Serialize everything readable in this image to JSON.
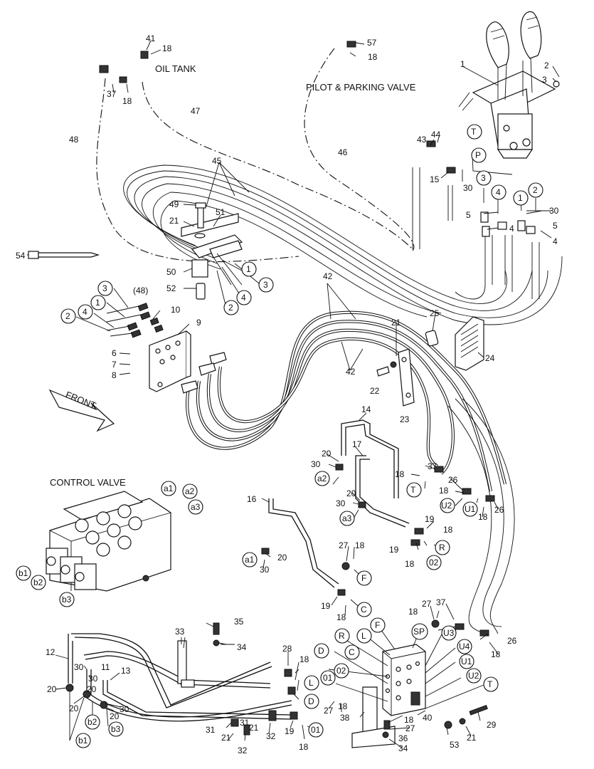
{
  "diagram": {
    "titles": {
      "oil_tank": "OIL TANK",
      "pilot_parking_valve": "PILOT & PARKING VALVE",
      "control_valve": "CONTROL VALVE",
      "front": "FRONT"
    },
    "part_numbers": {
      "n1": "1",
      "n2": "2",
      "n3": "3",
      "n4": "4",
      "n5": "5",
      "n6": "6",
      "n7": "7",
      "n8": "8",
      "n9": "9",
      "n10": "10",
      "n11": "11",
      "n12": "12",
      "n13": "13",
      "n14": "14",
      "n15": "15",
      "n16": "16",
      "n17": "17",
      "n18": "18",
      "n19": "19",
      "n20": "20",
      "n21": "21",
      "n22": "22",
      "n23": "23",
      "n24": "24",
      "n25": "25",
      "n26": "26",
      "n27": "27",
      "n28": "28",
      "n29": "29",
      "n30": "30",
      "n31": "31",
      "n32": "32",
      "n33": "33",
      "n34": "34",
      "n35": "35",
      "n36": "36",
      "n37": "37",
      "n38": "38",
      "n40": "40",
      "n41": "41",
      "n42": "42",
      "n43": "43",
      "n44": "44",
      "n45": "45",
      "n46": "46",
      "n47": "47",
      "n48": "48",
      "n49": "49",
      "n50": "50",
      "n51": "51",
      "n52": "52",
      "n53": "53",
      "n54": "54",
      "n57": "57",
      "n48p": "(48)"
    },
    "port_labels": {
      "T": "T",
      "P": "P",
      "R": "R",
      "F": "F",
      "C": "C",
      "D": "D",
      "L": "L",
      "SP": "SP",
      "U1": "U1",
      "U2": "U2",
      "U3": "U3",
      "U4": "U4",
      "a1": "a1",
      "a2": "a2",
      "a3": "a3",
      "b1": "b1",
      "b2": "b2",
      "b3": "b3",
      "o1": "01",
      "o2": "02",
      "c1": "1",
      "c2": "2",
      "c3": "3",
      "c4": "4"
    }
  }
}
